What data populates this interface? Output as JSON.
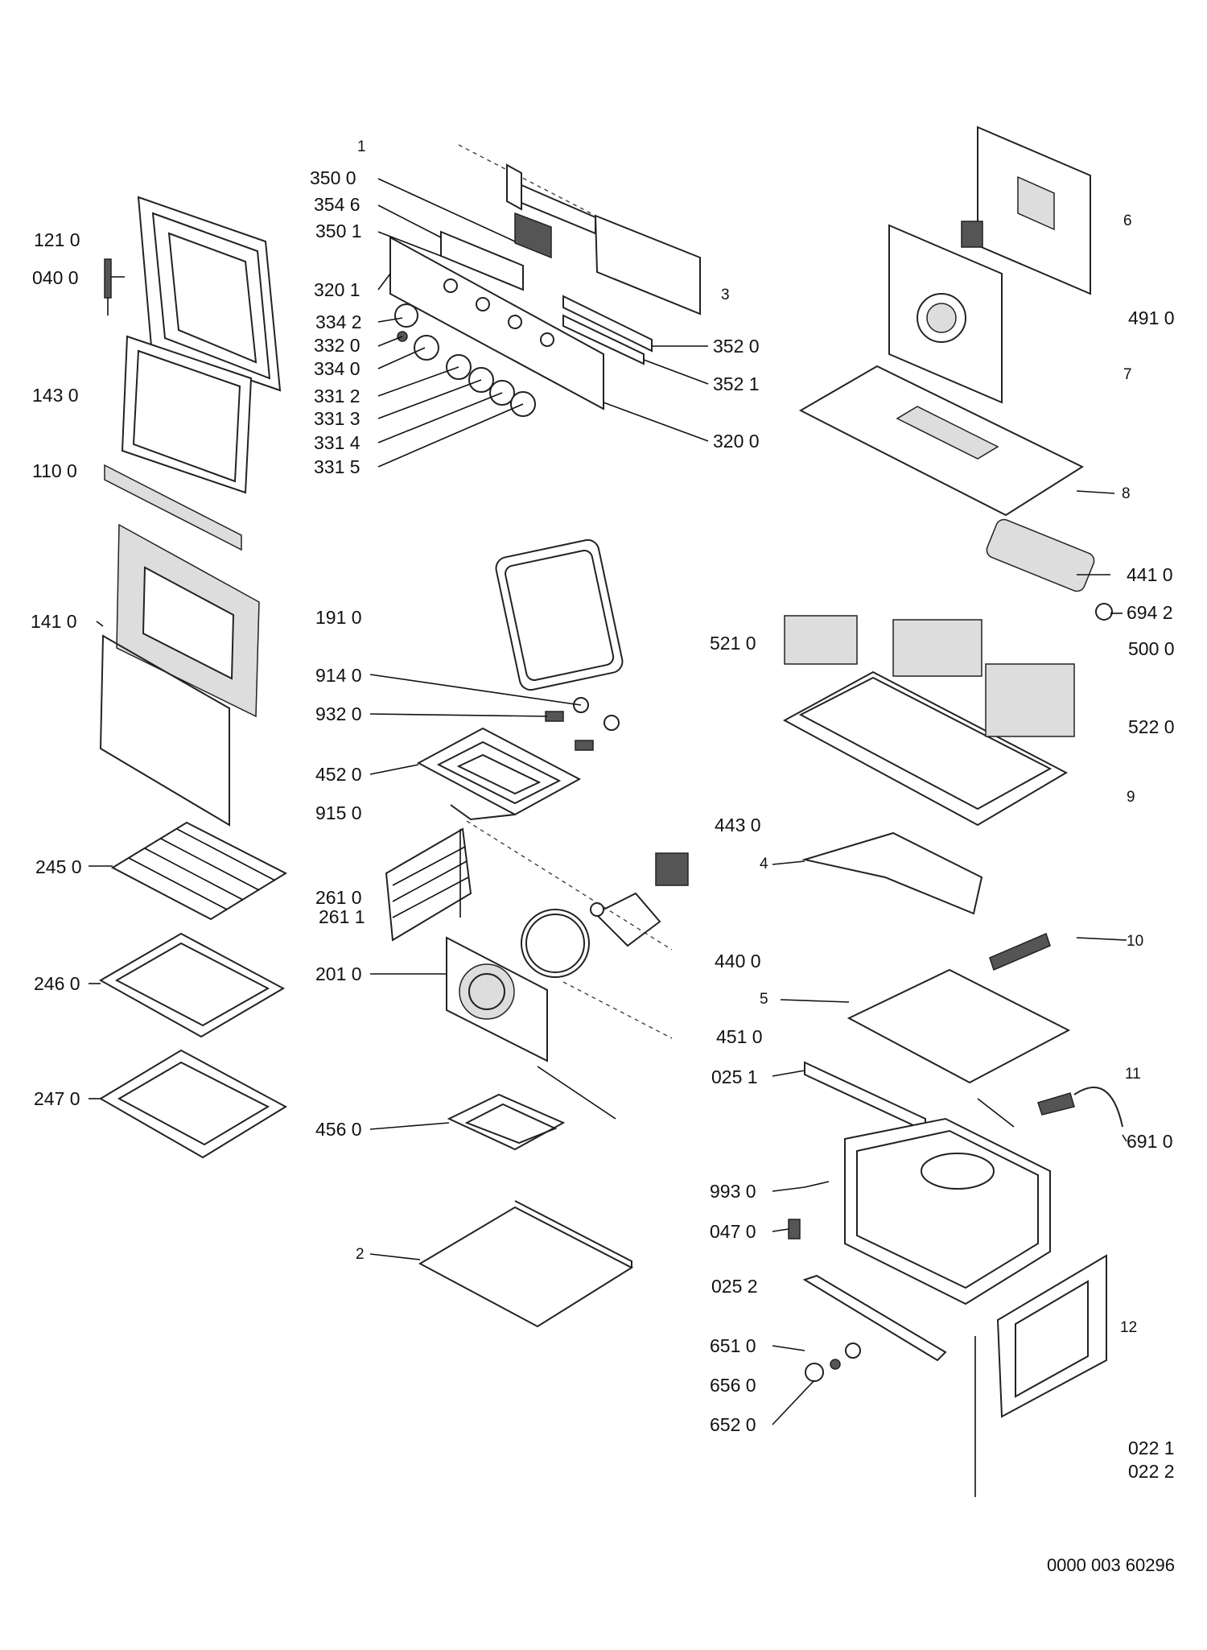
{
  "callouts": [
    {
      "id": "c-1",
      "text": "1"
    },
    {
      "id": "c-350-0",
      "text": "350 0"
    },
    {
      "id": "c-354-6",
      "text": "354 6"
    },
    {
      "id": "c-350-1",
      "text": "350 1"
    },
    {
      "id": "c-320-1",
      "text": "320 1"
    },
    {
      "id": "c-334-2",
      "text": "334 2"
    },
    {
      "id": "c-332-0",
      "text": "332 0"
    },
    {
      "id": "c-334-0",
      "text": "334 0"
    },
    {
      "id": "c-331-2",
      "text": "331 2"
    },
    {
      "id": "c-331-3",
      "text": "331 3"
    },
    {
      "id": "c-331-4",
      "text": "331 4"
    },
    {
      "id": "c-331-5",
      "text": "331 5"
    },
    {
      "id": "c-3",
      "text": "3"
    },
    {
      "id": "c-352-0",
      "text": "352 0"
    },
    {
      "id": "c-352-1",
      "text": "352 1"
    },
    {
      "id": "c-320-0",
      "text": "320 0"
    },
    {
      "id": "c-121-0",
      "text": "121 0"
    },
    {
      "id": "c-040-0",
      "text": "040 0"
    },
    {
      "id": "c-143-0",
      "text": "143 0"
    },
    {
      "id": "c-110-0",
      "text": "110 0"
    },
    {
      "id": "c-141-0",
      "text": "141 0"
    },
    {
      "id": "c-245-0",
      "text": "245 0"
    },
    {
      "id": "c-246-0",
      "text": "246 0"
    },
    {
      "id": "c-247-0",
      "text": "247 0"
    },
    {
      "id": "c-191-0",
      "text": "191 0"
    },
    {
      "id": "c-914-0",
      "text": "914 0"
    },
    {
      "id": "c-932-0",
      "text": "932 0"
    },
    {
      "id": "c-452-0",
      "text": "452 0"
    },
    {
      "id": "c-915-0",
      "text": "915 0"
    },
    {
      "id": "c-261-0",
      "text": "261 0"
    },
    {
      "id": "c-261-1",
      "text": "261 1"
    },
    {
      "id": "c-201-0",
      "text": "201 0"
    },
    {
      "id": "c-456-0",
      "text": "456 0"
    },
    {
      "id": "c-2",
      "text": "2"
    },
    {
      "id": "c-6",
      "text": "6"
    },
    {
      "id": "c-491-0",
      "text": "491 0"
    },
    {
      "id": "c-7",
      "text": "7"
    },
    {
      "id": "c-8",
      "text": "8"
    },
    {
      "id": "c-441-0",
      "text": "441 0"
    },
    {
      "id": "c-694-2",
      "text": "694 2"
    },
    {
      "id": "c-521-0",
      "text": "521 0"
    },
    {
      "id": "c-500-0",
      "text": "500 0"
    },
    {
      "id": "c-522-0",
      "text": "522 0"
    },
    {
      "id": "c-9",
      "text": "9"
    },
    {
      "id": "c-443-0",
      "text": "443 0"
    },
    {
      "id": "c-4",
      "text": "4"
    },
    {
      "id": "c-440-0",
      "text": "440 0"
    },
    {
      "id": "c-10",
      "text": "10"
    },
    {
      "id": "c-5",
      "text": "5"
    },
    {
      "id": "c-451-0",
      "text": "451 0"
    },
    {
      "id": "c-025-1",
      "text": "025 1"
    },
    {
      "id": "c-11",
      "text": "11"
    },
    {
      "id": "c-691-0",
      "text": "691 0"
    },
    {
      "id": "c-993-0",
      "text": "993 0"
    },
    {
      "id": "c-047-0",
      "text": "047 0"
    },
    {
      "id": "c-025-2",
      "text": "025 2"
    },
    {
      "id": "c-651-0",
      "text": "651 0"
    },
    {
      "id": "c-656-0",
      "text": "656 0"
    },
    {
      "id": "c-652-0",
      "text": "652 0"
    },
    {
      "id": "c-12",
      "text": "12"
    },
    {
      "id": "c-022-1",
      "text": "022 1"
    },
    {
      "id": "c-022-2",
      "text": "022 2"
    }
  ],
  "document_id": "0000 003 60296"
}
